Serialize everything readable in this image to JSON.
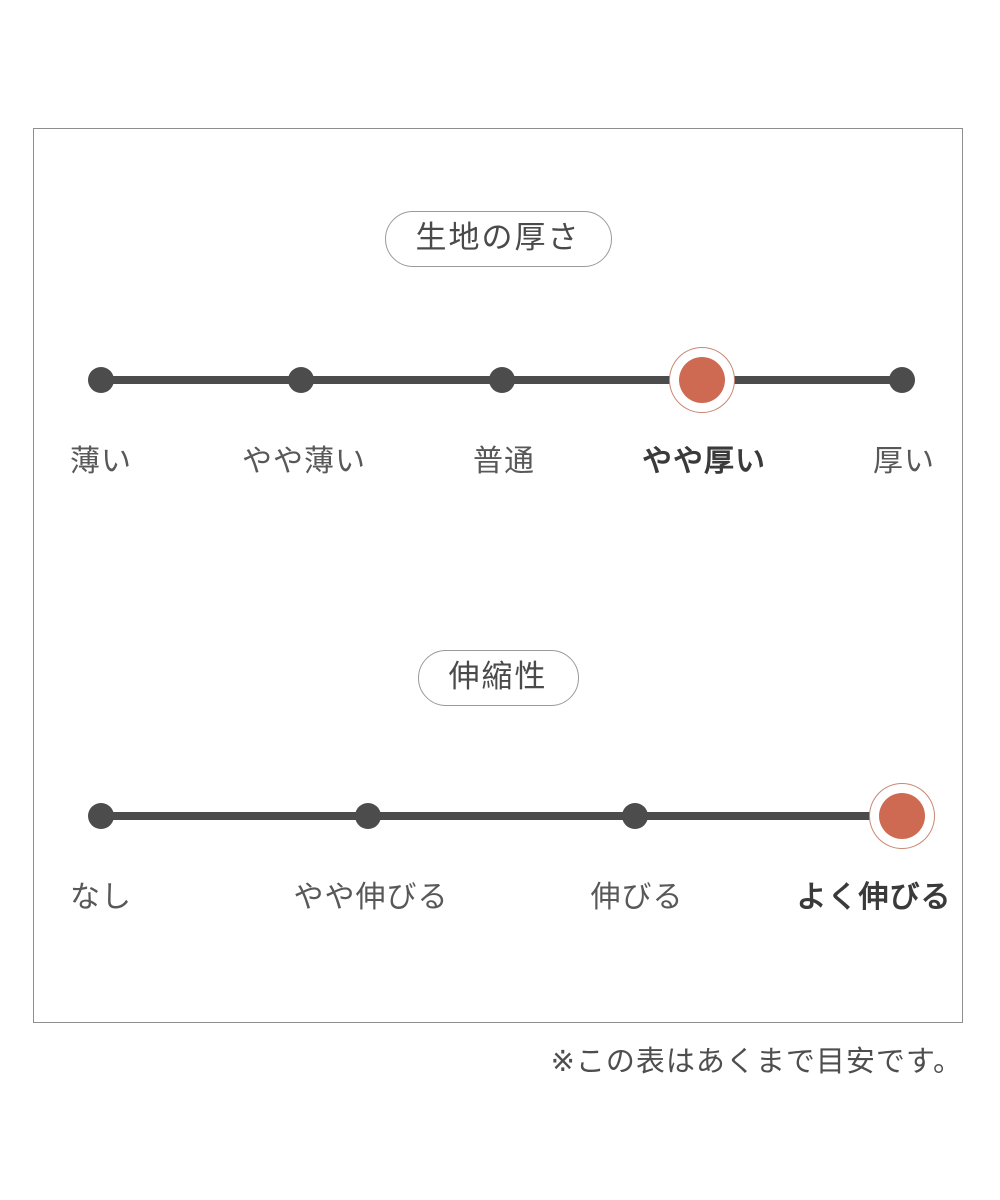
{
  "chart_data": {
    "type": "table",
    "title": "",
    "note": "※この表はあくまで目安です。",
    "scales": [
      {
        "name": "生地の厚さ",
        "categories": [
          "薄い",
          "やや薄い",
          "普通",
          "やや厚い",
          "厚い"
        ],
        "values": [
          1,
          2,
          3,
          4,
          5
        ],
        "selected_index": 3,
        "selected_label": "やや厚い",
        "max": 5
      },
      {
        "name": "伸縮性",
        "categories": [
          "なし",
          "やや伸びる",
          "伸びる",
          "よく伸びる"
        ],
        "values": [
          1,
          2,
          3,
          4
        ],
        "selected_index": 3,
        "selected_label": "よく伸びる",
        "max": 4
      }
    ],
    "colors": {
      "selected_marker": "#cf6a52",
      "selected_ring": "#c98874",
      "marker": "#4c4c4c",
      "track": "#4c4c4c",
      "panel_border": "#8e8e8e",
      "label_text": "#585858",
      "selected_label_text": "#3a3a3a"
    },
    "legend_position": "none",
    "grid": false
  },
  "panel": {
    "thickness": {
      "pill_label": "生地の厚さ",
      "points": [
        {
          "label": "薄い",
          "selected": false
        },
        {
          "label": "やや薄い",
          "selected": false
        },
        {
          "label": "普通",
          "selected": false
        },
        {
          "label": "やや厚い",
          "selected": true
        },
        {
          "label": "厚い",
          "selected": false
        }
      ]
    },
    "stretch": {
      "pill_label": "伸縮性",
      "points": [
        {
          "label": "なし",
          "selected": false
        },
        {
          "label": "やや伸びる",
          "selected": false
        },
        {
          "label": "伸びる",
          "selected": false
        },
        {
          "label": "よく伸びる",
          "selected": true
        }
      ]
    }
  },
  "footnote": "※この表はあくまで目安です。"
}
